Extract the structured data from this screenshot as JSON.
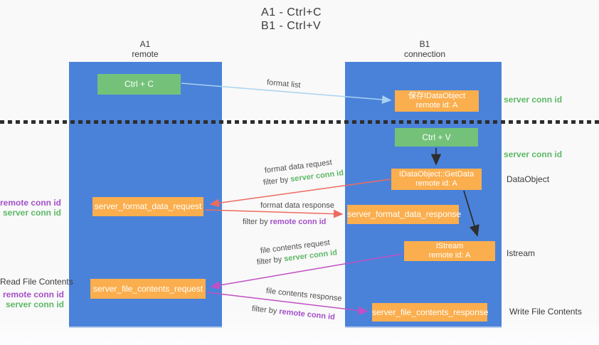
{
  "title": {
    "line1": "A1 - Ctrl+C",
    "line2": "B1 - Ctrl+V"
  },
  "columns": {
    "left": {
      "name": "A1",
      "role": "remote"
    },
    "right": {
      "name": "B1",
      "role": "connection"
    }
  },
  "nodes": {
    "ctrl_c": {
      "label": "Ctrl + C"
    },
    "save_idataobject": {
      "line1": "保存IDataObject",
      "line2": "remote id: A"
    },
    "ctrl_v": {
      "label": "Ctrl + V"
    },
    "getdata": {
      "line1": "IDataObject::GetData",
      "line2": "remote id: A"
    },
    "format_request": {
      "label": "server_format_data_request"
    },
    "format_response": {
      "label": "server_format_data_response"
    },
    "istream": {
      "line1": "IStream",
      "line2": "remote id: A"
    },
    "file_request": {
      "label": "server_file_contents_request"
    },
    "file_response": {
      "label": "server_file_contents_response"
    }
  },
  "side_labels": {
    "server_conn_id_1": "server conn id",
    "server_conn_id_2": "server conn id",
    "dataobject": "DataObject",
    "istream": "Istream",
    "write_file_contents": "Write File Contents",
    "read_file_contents": "Read File Contents",
    "remote_conn_id_1": "remote conn id",
    "server_conn_id_3": "server conn id",
    "remote_conn_id_2": "remote conn id",
    "server_conn_id_4": "server conn id"
  },
  "arrow_labels": {
    "format_list": "format list",
    "format_data_request": "format data request",
    "format_data_response": "format data response",
    "file_contents_request": "file contents request",
    "file_contents_response": "file contents response",
    "filter_by": "filter by",
    "server_conn_id": "server conn id",
    "remote_conn_id": "remote conn id"
  },
  "colors": {
    "column_blue": "#4a82d9",
    "box_orange": "#fbae4d",
    "box_green": "#74c279",
    "green_text": "#5cb866",
    "purple_text": "#a44fc9",
    "arrow_red": "#ee6b5f",
    "arrow_magenta": "#c14fc6",
    "arrow_blue": "#a8d2f0",
    "arrow_black": "#2e2e2e"
  }
}
